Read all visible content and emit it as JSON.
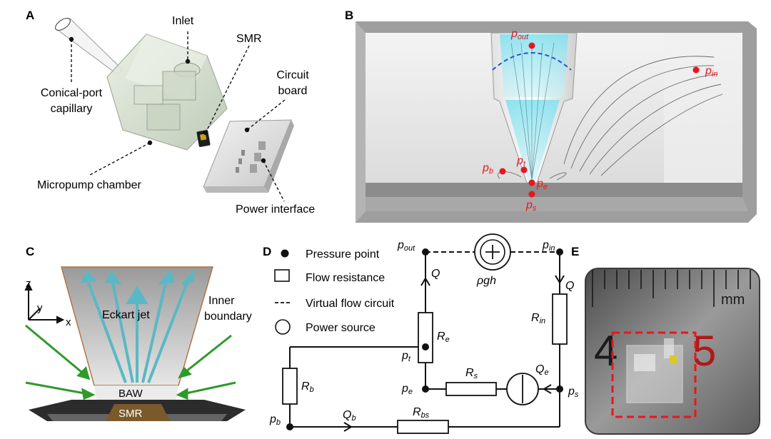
{
  "panels": {
    "a": {
      "letter": "A",
      "labels": {
        "inlet": "Inlet",
        "smr": "SMR",
        "circuit_line1": "Circuit",
        "circuit_line2": "board",
        "capillary_line1": "Conical-port",
        "capillary_line2": "capillary",
        "micropump": "Micropump chamber",
        "power": "Power interface"
      }
    },
    "b": {
      "letter": "B",
      "points": {
        "p_out": {
          "sym": "p",
          "sub": "out"
        },
        "p_in": {
          "sym": "p",
          "sub": "in"
        },
        "p_b": {
          "sym": "p",
          "sub": "b"
        },
        "p_t": {
          "sym": "p",
          "sub": "t"
        },
        "p_e": {
          "sym": "p",
          "sub": "e"
        },
        "p_s": {
          "sym": "p",
          "sub": "s"
        }
      }
    },
    "c": {
      "letter": "C",
      "axes": {
        "z": "z",
        "y": "y",
        "x": "x"
      },
      "labels": {
        "eckart": "Eckart jet",
        "inner_line1": "Inner",
        "inner_line2": "boundary",
        "baw": "BAW",
        "smr": "SMR"
      }
    },
    "d": {
      "letter": "D",
      "legend": {
        "pressure_point": "Pressure point",
        "flow_resistance": "Flow resistance",
        "virtual_flow": "Virtual flow circuit",
        "power_source": "Power source"
      },
      "nodes": {
        "p_out": {
          "sym": "p",
          "sub": "out"
        },
        "p_in": {
          "sym": "p",
          "sub": "in"
        },
        "p_t": {
          "sym": "p",
          "sub": "t"
        },
        "p_e": {
          "sym": "p",
          "sub": "e"
        },
        "p_s": {
          "sym": "p",
          "sub": "s"
        },
        "p_b": {
          "sym": "p",
          "sub": "b"
        }
      },
      "resistors": {
        "R_e": {
          "sym": "R",
          "sub": "e"
        },
        "R_in": {
          "sym": "R",
          "sub": "in"
        },
        "R_s": {
          "sym": "R",
          "sub": "s"
        },
        "R_b": {
          "sym": "R",
          "sub": "b"
        },
        "R_bs": {
          "sym": "R",
          "sub": "bs"
        }
      },
      "flows": {
        "Q_left": {
          "sym": "Q",
          "sub": ""
        },
        "Q_right": {
          "sym": "Q",
          "sub": ""
        },
        "Q_e": {
          "sym": "Q",
          "sub": "e"
        },
        "Q_b": {
          "sym": "Q",
          "sub": "b"
        }
      },
      "source": "ρgh"
    },
    "e": {
      "letter": "E",
      "ruler": {
        "n4": "4",
        "n5": "5",
        "unit": "mm"
      }
    }
  },
  "colors": {
    "accent_red": "#e8161c",
    "jet_cyan": "#6fd6e6",
    "arrow_green": "#2f9a2a",
    "jet_dashed_blue": "#2456c8"
  }
}
